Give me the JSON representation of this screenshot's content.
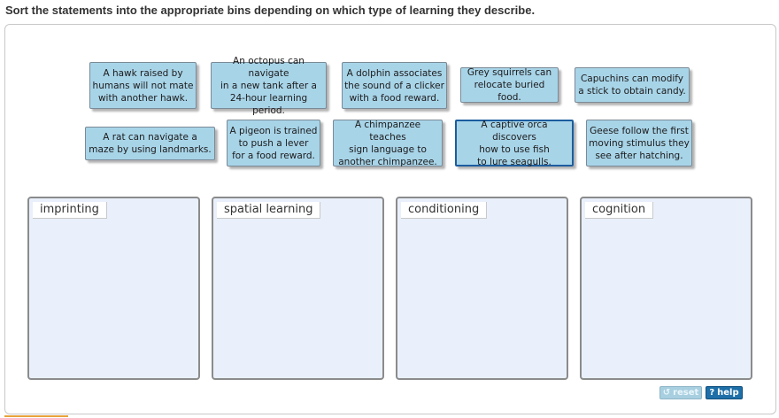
{
  "instructions": "Sort the statements into the appropriate bins depending on which type of learning they describe.",
  "cards": [
    {
      "text": "A hawk raised by\nhumans will not mate\nwith another hawk."
    },
    {
      "text": "An octopus can navigate\nin a new tank after a\n24-hour learning period."
    },
    {
      "text": "A dolphin associates\nthe sound of a clicker\nwith a food reward."
    },
    {
      "text": "Grey squirrels can\nrelocate buried food."
    },
    {
      "text": "Capuchins can modify\na stick to obtain candy."
    },
    {
      "text": "A rat can navigate a\nmaze by using landmarks."
    },
    {
      "text": "A pigeon is trained\nto push a lever\nfor a food reward."
    },
    {
      "text": "A chimpanzee teaches\nsign language to\nanother chimpanzee."
    },
    {
      "text": "A captive orca discovers\nhow to use fish\nto lure seagulls."
    },
    {
      "text": "Geese follow the first\nmoving stimulus they\nsee after hatching."
    }
  ],
  "bins": [
    {
      "label": "imprinting"
    },
    {
      "label": "spatial learning"
    },
    {
      "label": "conditioning"
    },
    {
      "label": "cognition"
    }
  ],
  "buttons": {
    "reset_label": "reset",
    "reset_icon": "reset-icon",
    "help_label": "help",
    "help_icon": "?"
  },
  "colors": {
    "card_fill": "#a8d4e8",
    "bin_fill": "#e9f0fb",
    "help_button": "#1e6fa8",
    "reset_button": "#a8cfe0",
    "selected_border": "#1c5d9e"
  }
}
